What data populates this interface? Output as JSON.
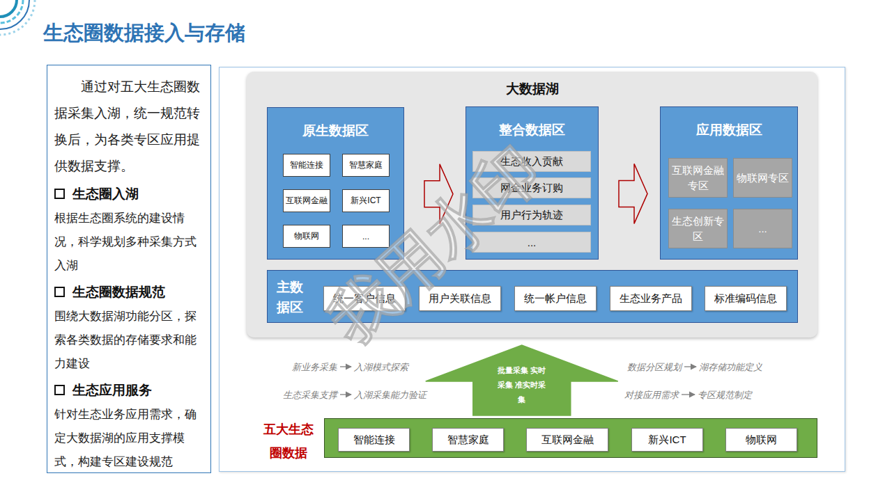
{
  "diagram": {
    "title": "生态圈数据接入与存储",
    "nodes": [
      {
        "text": [
          "通过对五大生态圈数据采集入湖，统一规范转换后，为各类专区应用提供数据支撑。",
          "生态圈入湖",
          "根据生态圈系统的建设情况，科学规划多种采集方式入湖",
          "生态圈数据规范",
          "围绕大数据湖功能分区，探索各类数据的存储要求和能力建设",
          "生态应用服务",
          "针对生态业务应用需求，确定大数据湖的应用支撑模式，构建专区建设规范"
        ]
      },
      {
        "text": [
          "大数据湖"
        ]
      },
      {
        "text": [
          "原生数据区"
        ],
        "in": 1
      },
      {
        "text": [
          "智能连接"
        ],
        "in": 2
      },
      {
        "text": [
          "智慧家庭"
        ],
        "in": 2
      },
      {
        "text": [
          "互联网金融"
        ],
        "in": 2
      },
      {
        "text": [
          "新兴ICT"
        ],
        "in": 2
      },
      {
        "text": [
          "物联网"
        ],
        "in": 2
      },
      {
        "text": [
          "..."
        ],
        "in": 2
      },
      {
        "text": [
          "整合数据区"
        ],
        "in": 1
      },
      {
        "text": [
          "生态收入贡献"
        ],
        "in": 9
      },
      {
        "text": [
          "网金业务订购"
        ],
        "in": 9
      },
      {
        "text": [
          "用户行为轨迹"
        ],
        "in": 9
      },
      {
        "text": [
          "..."
        ],
        "in": 9
      },
      {
        "text": [
          "应用数据区"
        ],
        "in": 1
      },
      {
        "text": [
          "互联网金融专区"
        ],
        "in": 14
      },
      {
        "text": [
          "物联网专区"
        ],
        "in": 14
      },
      {
        "text": [
          "生态创新专区"
        ],
        "in": 14
      },
      {
        "text": [
          "..."
        ],
        "in": 14
      },
      {
        "text": [
          "主数据区"
        ],
        "in": 1
      },
      {
        "text": [
          "统一客户信息"
        ],
        "in": 19
      },
      {
        "text": [
          "用户关联信息"
        ],
        "in": 19
      },
      {
        "text": [
          "统一帐户信息"
        ],
        "in": 19
      },
      {
        "text": [
          "生态业务产品"
        ],
        "in": 19
      },
      {
        "text": [
          "标准编码信息"
        ],
        "in": 19
      },
      {
        "text": [
          "五大生态圈数据"
        ]
      },
      {
        "text": [
          "智能连接"
        ],
        "in": 25
      },
      {
        "text": [
          "智慧家庭"
        ],
        "in": 25
      },
      {
        "text": [
          "互联网金融"
        ],
        "in": 25
      },
      {
        "text": [
          "新兴ICT"
        ],
        "in": 25
      },
      {
        "text": [
          "物联网"
        ],
        "in": 25
      }
    ],
    "edges": [
      {
        "from": 2,
        "to": 9,
        "arrow": "to"
      },
      {
        "from": 9,
        "to": 14,
        "arrow": "to"
      },
      {
        "from": 25,
        "to": 1,
        "label": "批量采集 实时采集 准实时采集",
        "arrow": "to"
      }
    ],
    "labels": [
      "新业务采集",
      "入湖模式探索",
      "生态采集支撑",
      "入湖采集能力验证",
      "数据分区规划",
      "湖存储功能定义",
      "对接应用需求",
      "专区规范制定",
      "我用水印"
    ]
  }
}
